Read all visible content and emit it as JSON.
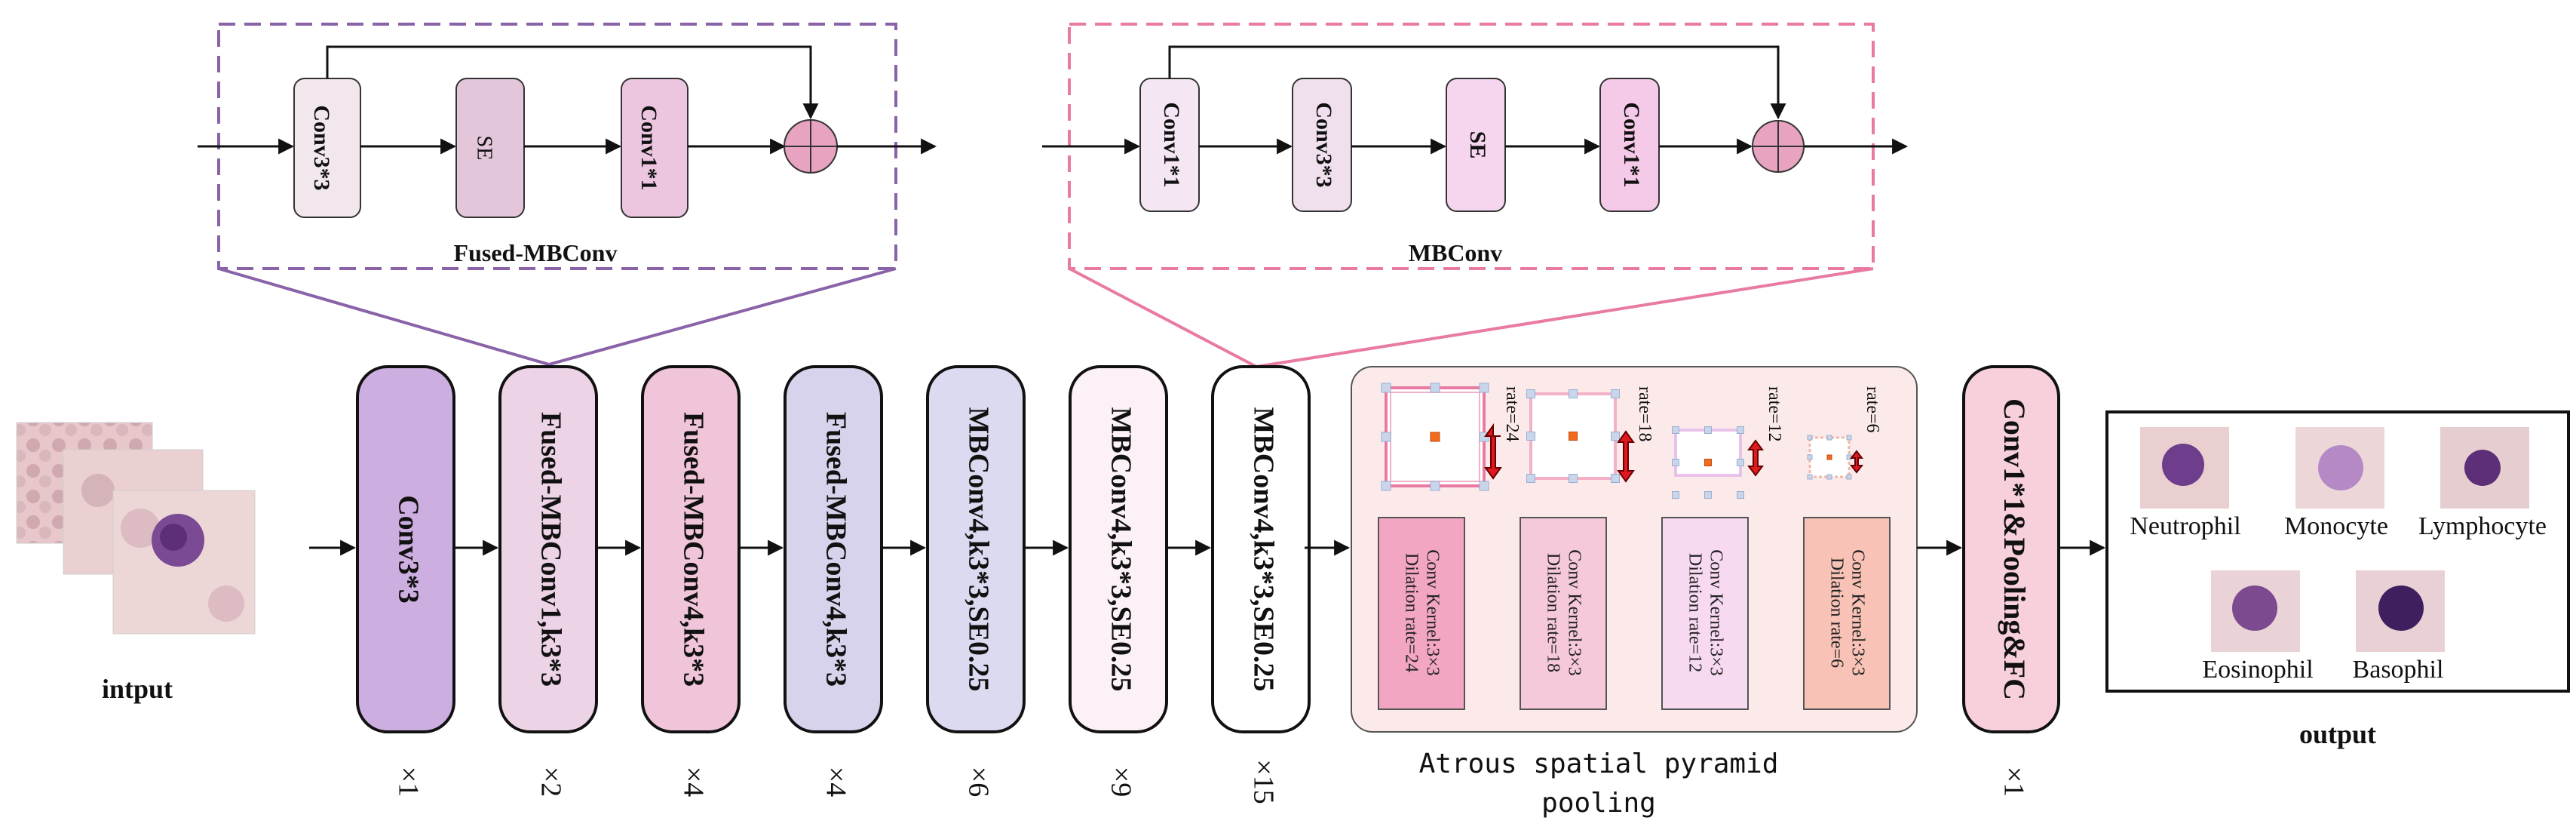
{
  "input": {
    "label": "intput"
  },
  "output": {
    "label": "output",
    "classes": [
      "Neutrophil",
      "Monocyte",
      "Lymphocyte",
      "Eosinophil",
      "Basophil"
    ]
  },
  "fused_mbconv": {
    "title": "Fused-MBConv",
    "blocks": [
      "Conv3*3",
      "SE",
      "Conv1*1"
    ]
  },
  "mbconv": {
    "title": "MBConv",
    "blocks": [
      "Conv1*1",
      "Conv3*3",
      "SE",
      "Conv1*1"
    ]
  },
  "stages": [
    {
      "label": "Conv3*3",
      "repeat": "×1",
      "fill": "#ccaee0"
    },
    {
      "label": "Fused-MBConv1,k3*3",
      "repeat": "×2",
      "fill": "#ecd3e6"
    },
    {
      "label": "Fused-MBConv4,k3*3",
      "repeat": "×4",
      "fill": "#f0c5da"
    },
    {
      "label": "Fused-MBConv4,k3*3",
      "repeat": "×4",
      "fill": "#d8d3ec"
    },
    {
      "label": "MBConv4,k3*3,SE0.25",
      "repeat": "×6",
      "fill": "#dcdaf0"
    },
    {
      "label": "MBConv4,k3*3,SE0.25",
      "repeat": "×9",
      "fill": "#fbf1f7"
    },
    {
      "label": "MBConv4,k3*3,SE0.25",
      "repeat": "×15",
      "fill": "#ffffff"
    }
  ],
  "aspp": {
    "title_line1": "Atrous spatial pyramid",
    "title_line2": "pooling",
    "rates": [
      "rate=24",
      "rate=18",
      "rate=12",
      "rate=6"
    ],
    "branches": [
      {
        "line1": "Conv Kernel:3×3",
        "line2": "Dilation rate=24",
        "fill": "#f3a6c4"
      },
      {
        "line1": "Conv Kernel:3×3",
        "line2": "Dilation rate=18",
        "fill": "#f6c8db"
      },
      {
        "line1": "Conv Kernel:3×3",
        "line2": "Dilation rate=12",
        "fill": "#f7d9f0"
      },
      {
        "line1": "Conv Kernel:3×3",
        "line2": "Dilation rate=6",
        "fill": "#f8c2b6"
      }
    ]
  },
  "head": {
    "label": "Conv1*1&Pooling&FC",
    "repeat": "×1"
  },
  "colors": {
    "purple": "#8a62a8",
    "pink": "#e87aa3",
    "sum_fill": "#e7a3bf",
    "aspp_bg": "#fceaea",
    "arrow_red": "#e0191f",
    "center_orange": "#f26b1d"
  }
}
